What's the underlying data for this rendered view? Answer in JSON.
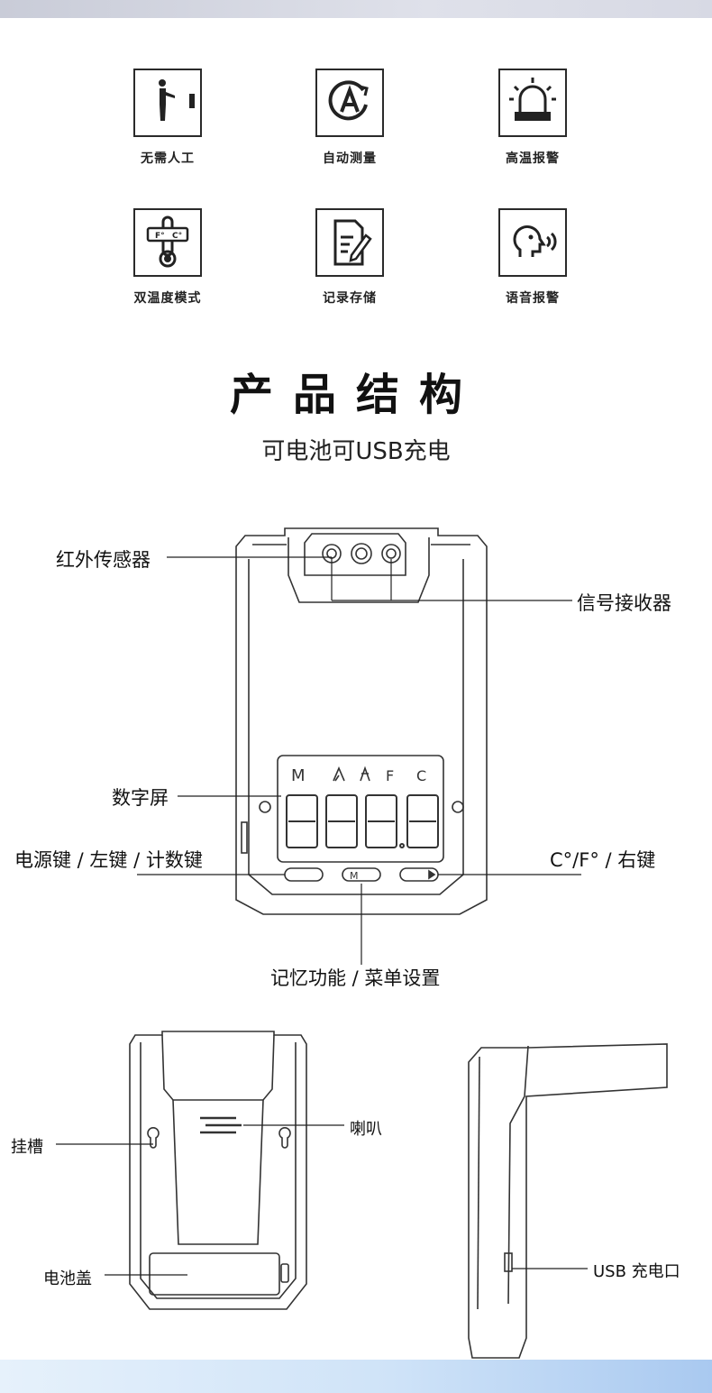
{
  "features": [
    {
      "icon": "manual-free-person-icon",
      "label": "无需人工"
    },
    {
      "icon": "auto-measure-icon",
      "label": "自动测量"
    },
    {
      "icon": "alarm-light-icon",
      "label": "高温报警"
    },
    {
      "icon": "dual-temperature-icon",
      "label": "双温度模式"
    },
    {
      "icon": "record-storage-icon",
      "label": "记录存储"
    },
    {
      "icon": "voice-alarm-icon",
      "label": "语音报警"
    }
  ],
  "section": {
    "title": "产品结构",
    "subtitle": "可电池可USB充电"
  },
  "front_view": {
    "lcd_symbols": [
      "M",
      "F",
      "C"
    ],
    "buttons": [
      "M"
    ],
    "callouts": {
      "infrared_sensor": "红外传感器",
      "signal_receiver": "信号接收器",
      "digital_screen": "数字屏",
      "left_key": "电源键 / 左键 / 计数键",
      "right_key": "C°/F° / 右键",
      "memory_menu": "记忆功能 / 菜单设置"
    }
  },
  "back_view": {
    "callouts": {
      "hanging_slot": "挂槽",
      "speaker": "喇叭",
      "battery_cover": "电池盖"
    }
  },
  "side_view": {
    "callouts": {
      "usb_port": "USB 充电口"
    }
  }
}
